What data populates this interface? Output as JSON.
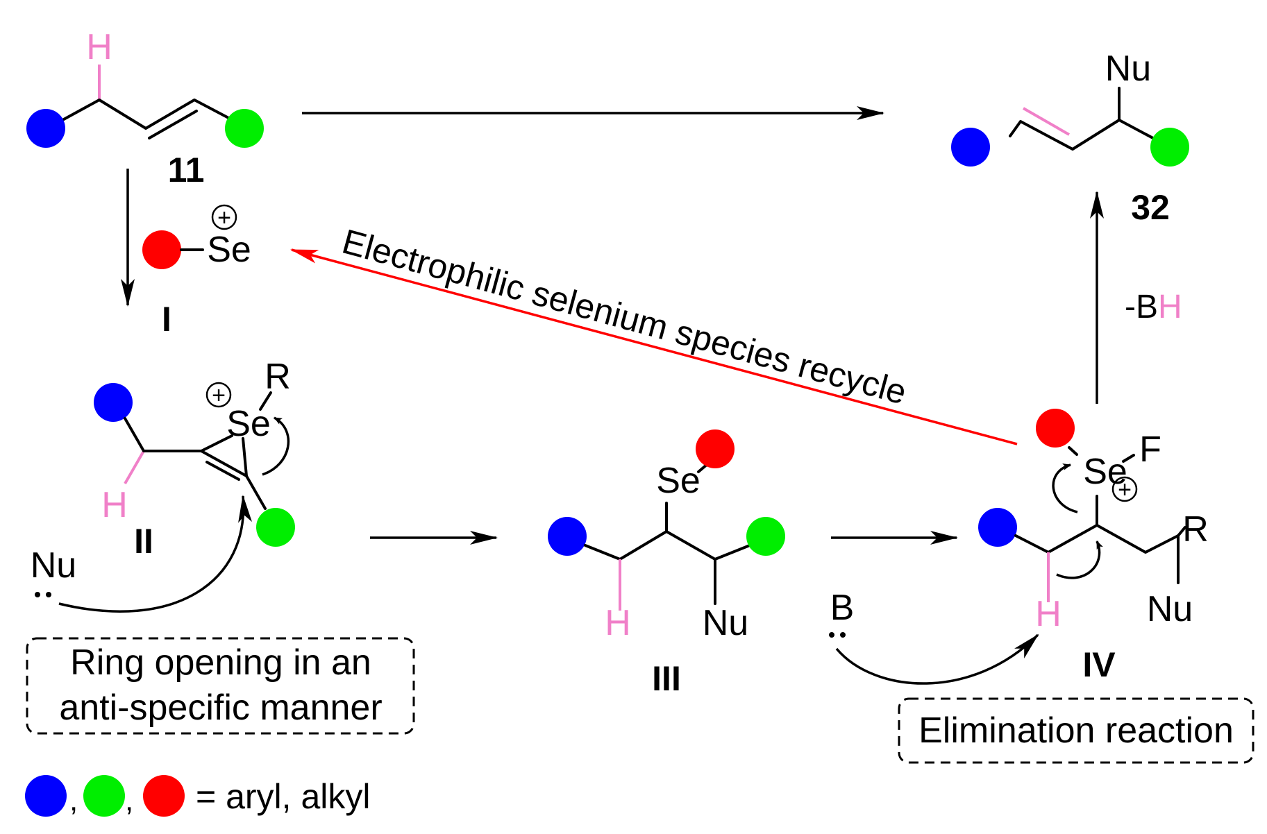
{
  "compounds": {
    "c11": "11",
    "c32": "32",
    "cI": "I",
    "cII": "II",
    "cIII": "III",
    "cIV": "IV"
  },
  "atoms": {
    "H": "H",
    "Nu": "Nu",
    "Se": "Se",
    "R": "R",
    "F": "F",
    "B": "B",
    "plus": "+"
  },
  "arrow_labels": {
    "recycle": "Electrophilic selenium species recycle",
    "minus_b": "-B",
    "minus_b_h": "H"
  },
  "notes": {
    "ring_opening_line1": "Ring opening  in an",
    "ring_opening_line2": "anti-specific manner",
    "elimination": "Elimination reaction"
  },
  "legend": {
    "sep1": ",",
    "sep2": ",",
    "text": "= aryl, alkyl"
  },
  "colors": {
    "blue": "#0000ff",
    "green": "#00ee00",
    "red": "#ff0000",
    "pink_h": "#f080c8",
    "recycle_arrow": "#ff0000"
  }
}
